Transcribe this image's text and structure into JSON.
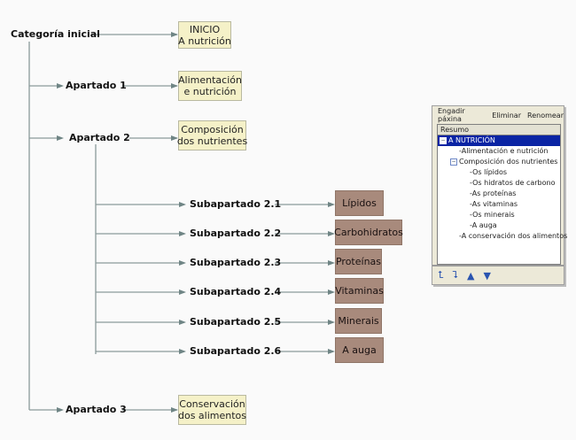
{
  "diagram": {
    "root": {
      "label": "Categoría inicial",
      "target": "INICIO\nA nutrición"
    },
    "sections": [
      {
        "label": "Apartado 1",
        "target": "Alimentación\ne nutrición"
      },
      {
        "label": "Apartado 2",
        "target": "Composición\ndos nutrientes"
      },
      {
        "label": "Apartado 3",
        "target": "Conservación\ndos alimentos"
      }
    ],
    "subsections": [
      {
        "label": "Subapartado 2.1",
        "target": "Lípidos"
      },
      {
        "label": "Subapartado 2.2",
        "target": "Carbohidratos"
      },
      {
        "label": "Subapartado 2.3",
        "target": "Proteínas"
      },
      {
        "label": "Subapartado 2.4",
        "target": "Vitaminas"
      },
      {
        "label": "Subapartado 2.5",
        "target": "Minerais"
      },
      {
        "label": "Subapartado 2.6",
        "target": "A auga"
      }
    ],
    "colors": {
      "line": "#8a9a9a",
      "yellow_box": "#f5f1c8",
      "brown_box": "#a88a7c"
    }
  },
  "panel": {
    "menu": [
      "Engadir páxina",
      "Eliminar",
      "Renomear"
    ],
    "tree_header": "Resumo",
    "tree": [
      {
        "label": "A NUTRICIÓN",
        "level": 0,
        "expander": "−",
        "selected": true
      },
      {
        "label": "Alimentación e nutrición",
        "level": 1
      },
      {
        "label": "Composición dos nutrientes",
        "level": 1,
        "expander": "−"
      },
      {
        "label": "Os lípidos",
        "level": 2
      },
      {
        "label": "Os hidratos de carbono",
        "level": 2
      },
      {
        "label": "As proteínas",
        "level": 2
      },
      {
        "label": "As vitaminas",
        "level": 2
      },
      {
        "label": "Os minerais",
        "level": 2
      },
      {
        "label": "A auga",
        "level": 2
      },
      {
        "label": "A conservación dos alimentos",
        "level": 1
      }
    ],
    "toolbar": [
      "promote-icon",
      "demote-icon",
      "move-up-icon",
      "move-down-icon"
    ],
    "selection_color": "#0a24a4"
  }
}
